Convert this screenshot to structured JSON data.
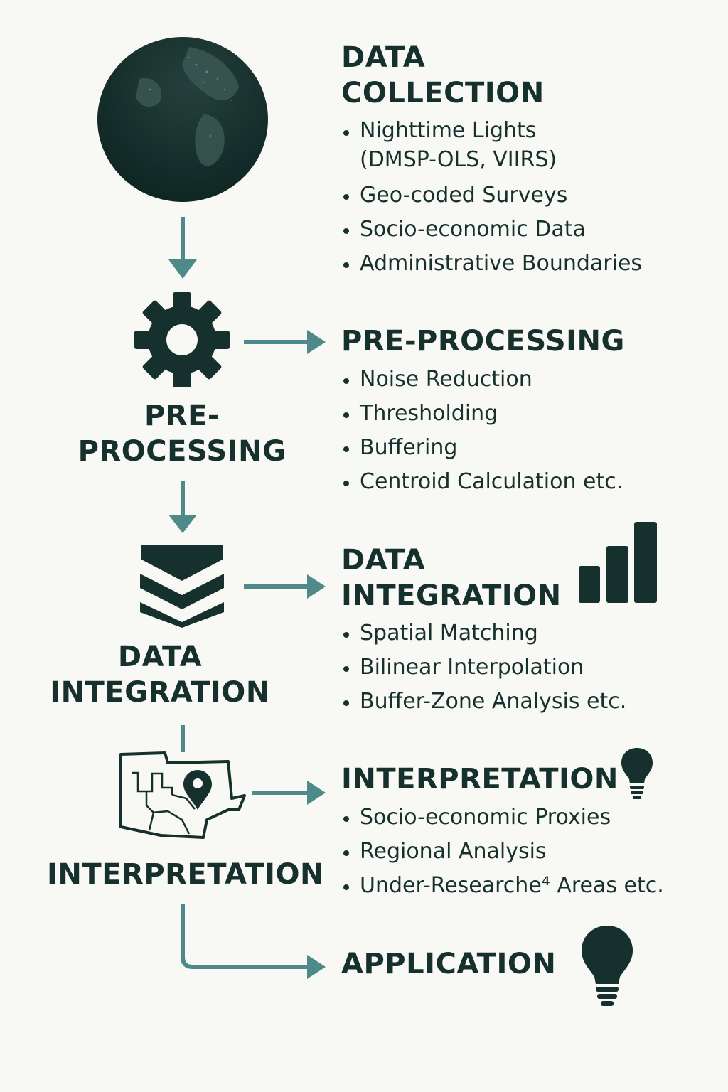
{
  "colors": {
    "background": "#f8f8f5",
    "ink": "#16302d",
    "arrow": "#4e8a8a"
  },
  "steps": {
    "data_collection": {
      "heading_line1": "DATA",
      "heading_line2": "COLLECTION",
      "icon": "globe-icon",
      "items": [
        "Nighttime Lights",
        "Geo-coded Surveys",
        "Socio-economic Data",
        "Administrative Boundaries"
      ],
      "item0_continuation": "(DMSP-OLS, VIIRS)"
    },
    "pre_processing": {
      "left_label_line1": "PRE-",
      "left_label_line2": "PROCESSING",
      "heading": "PRE-PROCESSING",
      "icon": "gear-icon",
      "items": [
        "Noise Reduction",
        "Thresholding",
        "Buffering",
        "Centroid Calculation etc."
      ]
    },
    "data_integration": {
      "left_label_line1": "DATA",
      "left_label_line2": "INTEGRATION",
      "heading_line1": "DATA",
      "heading_line2": "INTEGRATION",
      "icon": "layers-icon",
      "side_icon": "bar-chart-icon",
      "items": [
        "Spatial Matching",
        "Bilinear Interpolation",
        "Buffer-Zone Analysis etc."
      ]
    },
    "interpretation": {
      "left_label": "INTERPRETATION",
      "heading": "INTERPRETATION",
      "icon": "map-pin-icon",
      "side_icon": "lightbulb-icon",
      "items": [
        "Socio-economic Proxies",
        "Regional Analysis",
        "Under-Researche⁴ Areas etc."
      ]
    },
    "application": {
      "heading": "APPLICATION",
      "icon": "lightbulb-icon"
    }
  }
}
